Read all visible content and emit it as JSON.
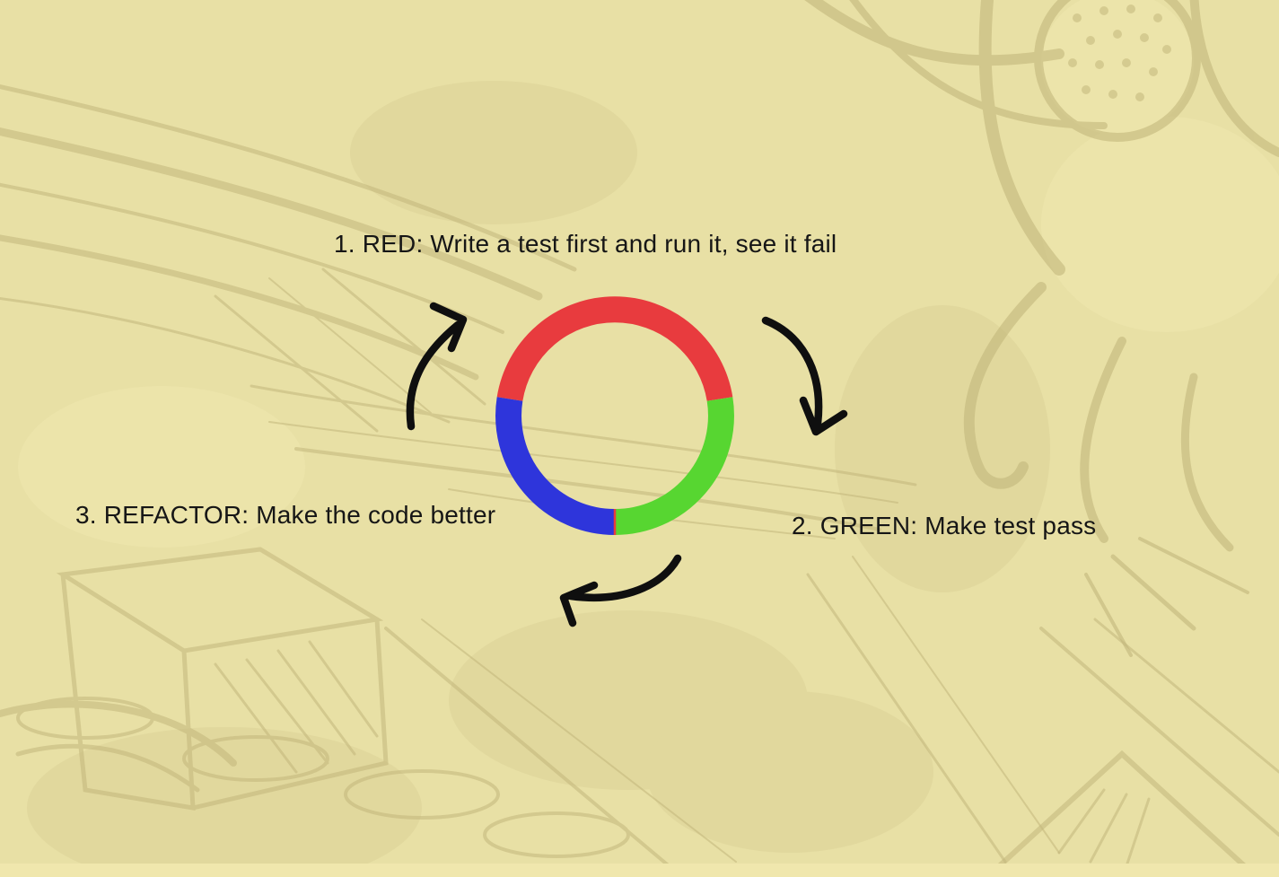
{
  "colors": {
    "background": "#E8E0A5",
    "background_strip": "#F0E7AD",
    "artwork": "#C3B77C",
    "text": "#161616",
    "arrow": "#0F0F0F",
    "red": "#E83B3E",
    "green": "#57D631",
    "blue": "#2E35DB"
  },
  "diagram": {
    "steps": [
      {
        "label": "1. RED: Write a test first and run it, see it fail",
        "color_name": "red"
      },
      {
        "label": "2. GREEN: Make test pass",
        "color_name": "green"
      },
      {
        "label": "3. REFACTOR: Make the code better",
        "color_name": "blue"
      }
    ],
    "donut": {
      "segments": [
        {
          "name": "red",
          "start_deg": 171,
          "end_deg": 9
        },
        {
          "name": "green",
          "start_deg": 9,
          "end_deg": -90
        },
        {
          "name": "blue",
          "start_deg": -90,
          "end_deg": -189
        }
      ]
    }
  }
}
